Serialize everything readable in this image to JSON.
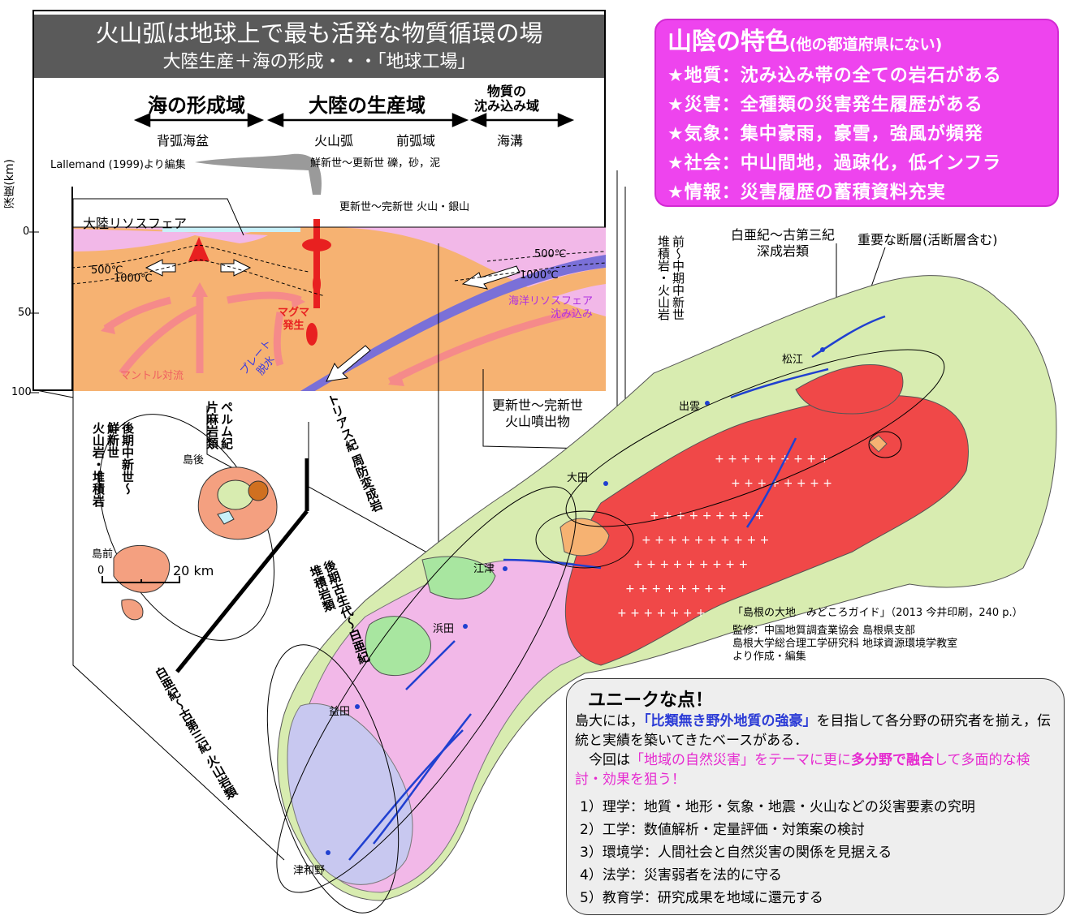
{
  "cross_section": {
    "title": "火山弧は地球上で最も活発な物質循環の場",
    "subtitle": "大陸生産＋海の形成・・・「地球工場」",
    "regions": {
      "ocean": "海の形成域",
      "continent": "大陸の生産域",
      "subduction_line1": "物質の",
      "subduction_line2": "沈み込み域"
    },
    "zones": {
      "backarc": "背弧海盆",
      "arc": "火山弧",
      "forearc": "前弧域",
      "trench": "海溝"
    },
    "source": "Lallemand (1999)より編集",
    "depth_axis": {
      "label": "深度(km)",
      "ticks": [
        "0",
        "50",
        "100"
      ]
    },
    "labels": {
      "lithosphere": "大陸リソスフェア",
      "t500_left": "500℃",
      "t1000_left": "1000℃",
      "t500_right": "500℃",
      "t1000_right": "1000℃",
      "magma1": "マグマ",
      "magma2": "発生",
      "mantle": "マントル対流",
      "plate1": "プレート",
      "plate2": "脱水",
      "oceanic1": "海洋リソスフェア",
      "oceanic2": "沈み込み",
      "pliocene": "鮮新世～更新世 礫，砂，泥",
      "pleistocene": "更新世～完新世 火山・銀山"
    }
  },
  "features": {
    "title": "山陰の特色",
    "title_note": "(他の都道府県にない)",
    "items": [
      "★地質：沈み込み帯の全ての岩石がある",
      "★災害：全種類の災害発生履歴がある",
      "★気象：集中豪雨，豪雪，強風が頻発",
      "★社会：中山間地，過疎化，低インフラ",
      "★情報：災害履歴の蓄積資料充実"
    ]
  },
  "map": {
    "callouts": {
      "cretaceous_plutonic1": "白亜紀～古第三紀",
      "cretaceous_plutonic2": "深成岩類",
      "fault": "重要な断層(活断層含む)",
      "early_middle_miocene1": "前～中期中新世",
      "early_middle_miocene2": "堆積岩・火山岩",
      "pleistocene_volcanic1": "更新世～完新世",
      "pleistocene_volcanic2": "火山噴出物",
      "late_miocene1": "後期中新世～",
      "late_miocene2": "鮮新世",
      "late_miocene3": "火山岩・堆積岩",
      "permian1": "ペルム紀",
      "permian2": "片麻岩類",
      "triassic": "トリアス紀 周防変成岩",
      "paleozoic1": "後期古生代～白亜紀",
      "paleozoic2": "堆積岩類",
      "cretaceous_volcanic": "白亜紀～古第三紀 火山岩類"
    },
    "places": [
      "松江",
      "出雲",
      "大田",
      "江津",
      "浜田",
      "益田",
      "津和野",
      "島後",
      "島前"
    ],
    "scale": {
      "zero": "0",
      "label": "20 km"
    }
  },
  "credit": {
    "line1": "「島根の大地　みどころガイド」（2013 今井印刷，240 p.）",
    "line2": "監修：中国地質調査業協会 島根県支部",
    "line3": "島根大学総合理工学研究科 地球資源環境学教室",
    "line4": "より作成・編集"
  },
  "unique": {
    "title": "ユニークな点！",
    "p1_a": "島大には，",
    "p1_highlight": "「比類無き野外地質の強豪」",
    "p1_b": "を目指して各分野の研究者を揃え，伝統と実績を築いてきたベースがある．",
    "p2_a": "　今回は",
    "p2_b": "「地域の自然災害」をテーマに更に",
    "p2_bold": "多分野で融合",
    "p2_c": "して多面的な検討・効果を狙う！",
    "list": [
      "1）理学：地質・地形・気象・地震・火山などの災害要素の究明",
      "2）工学：数値解析・定量評価・対策案の検討",
      "3）環境学：人間社会と自然災害の関係を見据える",
      "4）法学：災害弱者を法的に守る",
      "5）教育学：研究成果を地域に還元する"
    ]
  },
  "colors": {
    "magenta": "#ee44ee",
    "granite": "#f04848",
    "sediment": "#d8ecb0",
    "pink": "#f2b8e8",
    "orange": "#f6b272",
    "lavender": "#c8c8f0",
    "green": "#a8e6a0"
  }
}
